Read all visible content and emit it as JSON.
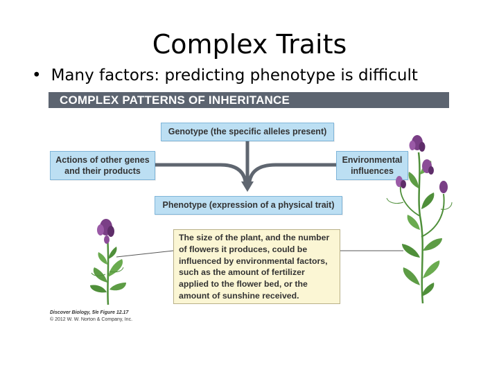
{
  "slide": {
    "title": "Complex Traits",
    "bullet": "Many factors: predicting phenotype is difficult"
  },
  "figure": {
    "banner": "COMPLEX PATTERNS OF INHERITANCE",
    "genotype_box": "Genotype (the specific alleles present)",
    "genes_box_line1": "Actions of other genes",
    "genes_box_line2": "and their products",
    "env_box_line1": "Environmental",
    "env_box_line2": "influences",
    "phenotype_box": "Phenotype (expression of a physical trait)",
    "note": "The size of the plant, and the number of flowers it produces, could be influenced by environmental factors, such as the amount of fertilizer applied to the flower bed, or the amount of sunshine received.",
    "caption_source": "Discover Biology, 5/e Figure 12.17",
    "caption_copyright": "© 2012 W. W. Norton & Company, Inc."
  },
  "colors": {
    "banner_bg": "#5c6470",
    "box_fill": "#bcdff3",
    "note_fill": "#fbf6d4",
    "arrow": "#5f6670",
    "flower": "#7a3f86",
    "leaf": "#4f8f3a"
  },
  "icons": [
    "small-flowering-plant-icon",
    "tall-flowering-plant-icon"
  ]
}
